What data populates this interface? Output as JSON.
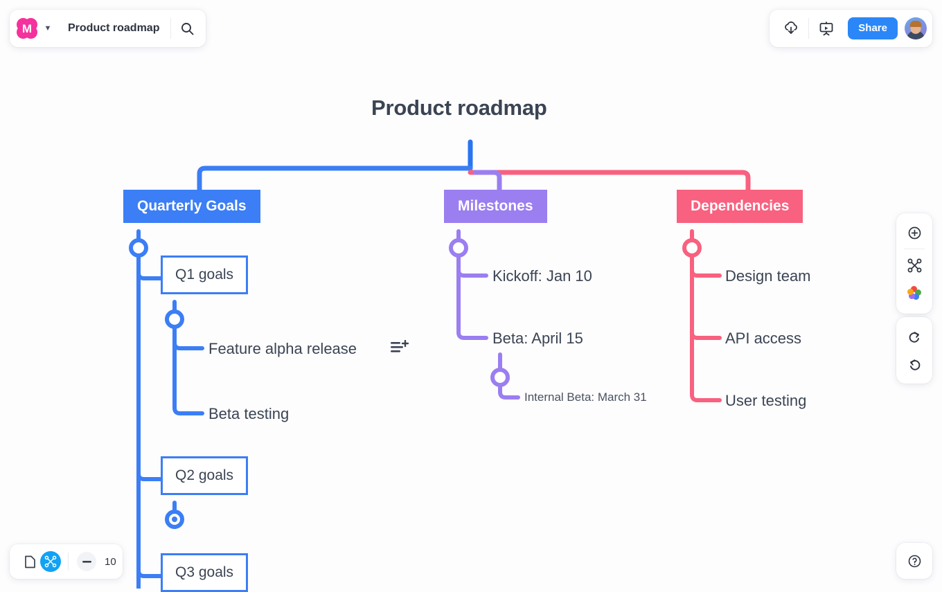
{
  "app": {
    "logo_letter": "M",
    "doc_title": "Product roadmap",
    "chevron_icon": "chevron-down-icon",
    "search_icon": "search-icon"
  },
  "topright": {
    "download_icon": "cloud-download-icon",
    "present_icon": "presentation-play-icon",
    "share_label": "Share",
    "avatar_icon": "user-avatar"
  },
  "right_toolbar": {
    "add_icon": "plus-circle-icon",
    "layout_icon": "node-layout-icon",
    "theme_icon": "color-flower-icon",
    "redo_icon": "redo-arrow-icon",
    "undo_icon": "undo-arrow-icon",
    "help_icon": "help-question-icon"
  },
  "bottombar": {
    "page_icon": "page-outline-icon",
    "map_icon": "mindmap-node-icon",
    "minus_icon": "minus-icon",
    "zoom_value": "10"
  },
  "chart_data": {
    "type": "diagram",
    "title": "Product roadmap",
    "root": "Product roadmap",
    "branches": [
      {
        "label": "Quarterly Goals",
        "color": "#3b7ef5",
        "children": [
          {
            "label": "Q1 goals",
            "boxed": true,
            "collapsed": false,
            "children": [
              {
                "label": "Feature alpha release",
                "has_note": true
              },
              {
                "label": "Beta testing"
              }
            ]
          },
          {
            "label": "Q2 goals",
            "boxed": true,
            "collapsed": true,
            "children": []
          },
          {
            "label": "Q3 goals",
            "boxed": true,
            "collapsed": false,
            "children": []
          }
        ]
      },
      {
        "label": "Milestones",
        "color": "#9b7ef0",
        "children": [
          {
            "label": "Kickoff: Jan 10"
          },
          {
            "label": "Beta: April 15",
            "children": [
              {
                "label": "Internal Beta: March 31"
              }
            ]
          }
        ]
      },
      {
        "label": "Dependencies",
        "color": "#f8617f",
        "children": [
          {
            "label": "Design team"
          },
          {
            "label": "API access"
          },
          {
            "label": "User testing"
          }
        ]
      }
    ]
  },
  "nodes": {
    "root": "Product roadmap",
    "quarterly_goals": "Quarterly Goals",
    "milestones": "Milestones",
    "dependencies": "Dependencies",
    "q1": "Q1 goals",
    "q2": "Q2 goals",
    "q3": "Q3 goals",
    "feature_alpha": "Feature alpha release",
    "beta_testing": "Beta testing",
    "kickoff": "Kickoff: Jan 10",
    "beta_april": "Beta: April 15",
    "internal_beta": "Internal Beta: March 31",
    "design_team": "Design team",
    "api_access": "API access",
    "user_testing": "User testing"
  }
}
